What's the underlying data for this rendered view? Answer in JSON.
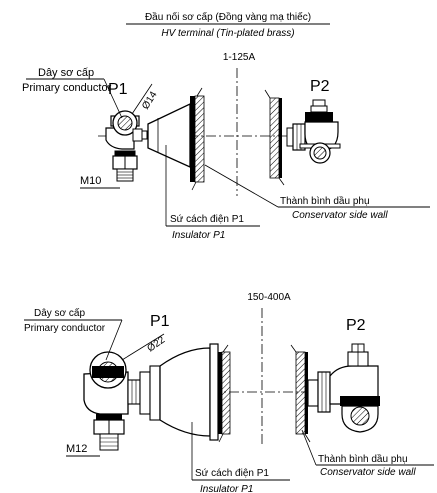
{
  "header": {
    "title_vi": "Đầu nối sơ cấp (Đồng vàng mạ thiếc)",
    "title_en": "HV terminal (Tin-plated brass)"
  },
  "top": {
    "range": "1-125A",
    "primary_vi": "Dây sơ cấp",
    "primary_en": "Primary conductor",
    "p1": "P1",
    "p2": "P2",
    "diameter": "Ø14",
    "thread": "M10",
    "wall_vi": "Thành bình dầu phụ",
    "wall_en": "Conservator side wall",
    "insulator_vi": "Sứ cách điện P1",
    "insulator_en": "Insulator P1"
  },
  "bottom": {
    "range": "150-400A",
    "primary_vi": "Dây sơ cấp",
    "primary_en": "Primary conductor",
    "p1": "P1",
    "p2": "P2",
    "diameter": "Ø22",
    "thread": "M12",
    "wall_vi": "Thành bình dầu phụ",
    "wall_en": "Conservator side wall",
    "insulator_vi": "Sứ cách điện P1",
    "insulator_en": "Insulator P1"
  }
}
